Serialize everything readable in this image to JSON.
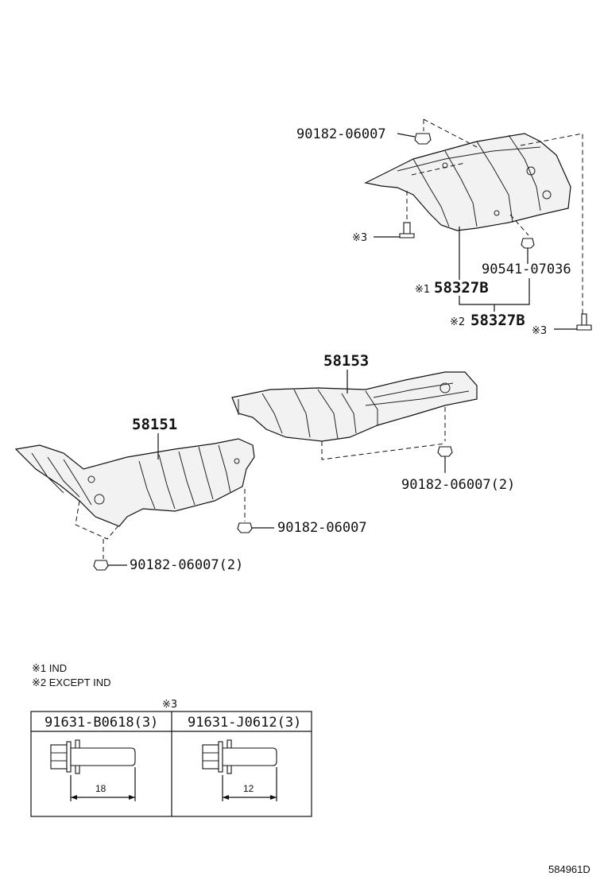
{
  "part_numbers": {
    "nut_top": "90182-06007",
    "clip": "90541-07036",
    "shield_upper_1": "58327B",
    "shield_upper_2": "58327B",
    "shield_center": "58153",
    "shield_front": "58151",
    "nut_center": "90182-06007(2)",
    "nut_front_right": "90182-06007",
    "nut_front_left": "90182-06007(2)"
  },
  "marks": {
    "mark1": "※1",
    "mark2": "※2",
    "mark3": "※3"
  },
  "legend": {
    "line1": "※1 IND",
    "line2": "※2 EXCEPT IND"
  },
  "table": {
    "header_mark": "※3",
    "col1_part": "91631-B0618(3)",
    "col2_part": "91631-J0612(3)",
    "col1_length": "18",
    "col2_length": "12"
  },
  "footer": {
    "diagram_code": "584961D"
  }
}
